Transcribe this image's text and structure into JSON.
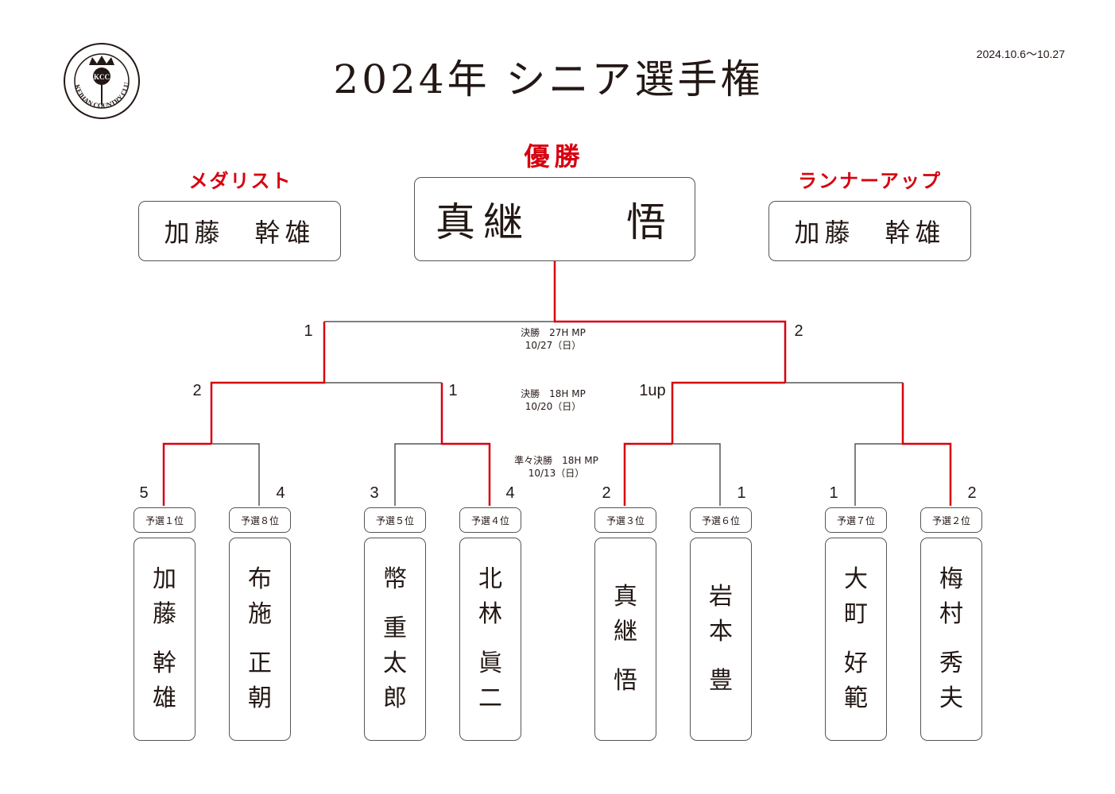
{
  "title": "2024年 シニア選手権",
  "date_range": "2024.10.6～10.27",
  "logo": {
    "monogram": "KCC",
    "ring_text": "KEIHAN COUNTRY CLUB"
  },
  "medalist": {
    "label": "メダリスト",
    "name": "加藤　幹雄"
  },
  "champion": {
    "label": "優勝",
    "name": "真継　　悟"
  },
  "runner_up": {
    "label": "ランナーアップ",
    "name": "加藤　幹雄"
  },
  "rounds": {
    "final": {
      "title": "決勝　27H MP",
      "date": "10/27（日）"
    },
    "semi": {
      "title": "決勝　18H MP",
      "date": "10/20（日）"
    },
    "quarter": {
      "title": "準々決勝　18H MP",
      "date": "10/13（日）"
    }
  },
  "scores": {
    "final_left": "1",
    "final_right": "2",
    "semi1_left": "2",
    "semi1_right": "1",
    "semi2_left": "1up",
    "players": [
      "5",
      "4",
      "3",
      "4",
      "2",
      "1",
      "1",
      "2"
    ]
  },
  "players": [
    {
      "rank": "予選１位",
      "surname": [
        "加",
        "藤"
      ],
      "given": [
        "幹",
        "雄"
      ]
    },
    {
      "rank": "予選８位",
      "surname": [
        "布",
        "施"
      ],
      "given": [
        "正",
        "朝"
      ]
    },
    {
      "rank": "予選５位",
      "surname": [
        "幣"
      ],
      "given": [
        "重",
        "太",
        "郎"
      ]
    },
    {
      "rank": "予選４位",
      "surname": [
        "北",
        "林"
      ],
      "given": [
        "眞",
        "二"
      ]
    },
    {
      "rank": "予選３位",
      "surname": [
        "真",
        "継"
      ],
      "given": [
        "悟"
      ]
    },
    {
      "rank": "予選６位",
      "surname": [
        "岩",
        "本"
      ],
      "given": [
        "豊"
      ]
    },
    {
      "rank": "予選７位",
      "surname": [
        "大",
        "町"
      ],
      "given": [
        "好",
        "範"
      ]
    },
    {
      "rank": "予選２位",
      "surname": [
        "梅",
        "村"
      ],
      "given": [
        "秀",
        "夫"
      ]
    }
  ],
  "colors": {
    "winner_line": "#d7000f",
    "line": "#555555",
    "text": "#231815"
  }
}
